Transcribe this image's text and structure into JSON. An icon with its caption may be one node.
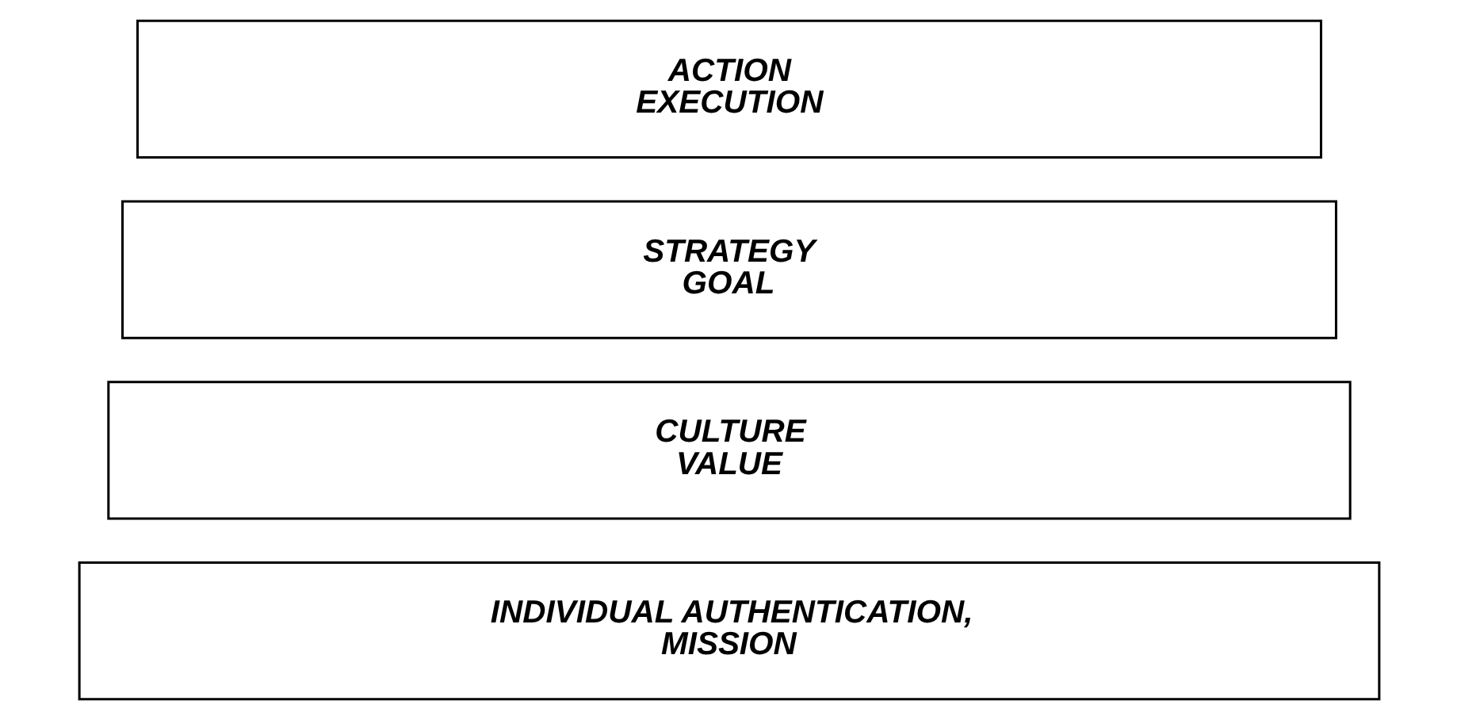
{
  "diagram": {
    "nodes": [
      {
        "text": [
          "INDIVIDUAL AUTHENTICATION,",
          "MISSION"
        ]
      },
      {
        "text": [
          "CULTURE",
          "VALUE"
        ]
      },
      {
        "text": [
          "STRATEGY",
          "GOAL"
        ]
      },
      {
        "text": [
          "ACTION",
          "EXECUTION"
        ]
      }
    ]
  }
}
